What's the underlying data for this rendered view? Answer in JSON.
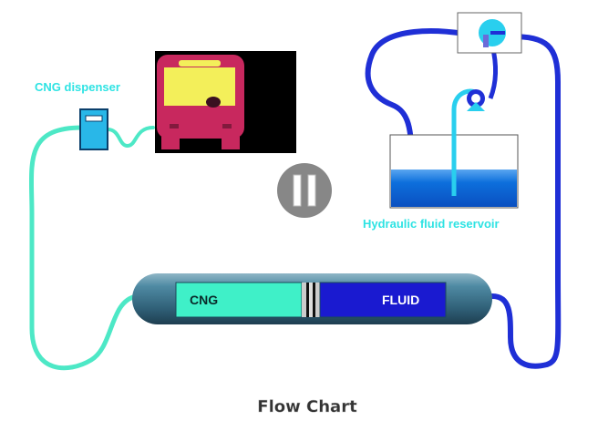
{
  "labels": {
    "cng_dispenser": "CNG dispenser",
    "hydraulic_reservoir": "Hydraulic fluid reservoir",
    "cng_chamber": "CNG",
    "fluid_chamber": "FLUID",
    "caption": "Flow Chart"
  },
  "colors": {
    "cng_line": "#4de8c6",
    "fluid_line": "#1f2fd6",
    "label_cyan": "#2ee3e3",
    "tank_body": "#3c6f86",
    "cng_fill": "#3ff0c8",
    "fluid_fill": "#1a1ad0",
    "bus_body": "#c8285e",
    "bus_window": "#f3ef5a",
    "bus_backdrop": "#000000",
    "reservoir_water": "#0d6fdc",
    "pump_cyan": "#29cfee",
    "pause_grey": "#878787",
    "caption_text": "#333333"
  },
  "icons": {
    "bus": "bus-icon",
    "dispenser": "dispenser-icon",
    "pause": "pause-icon",
    "pump": "pump-icon"
  }
}
